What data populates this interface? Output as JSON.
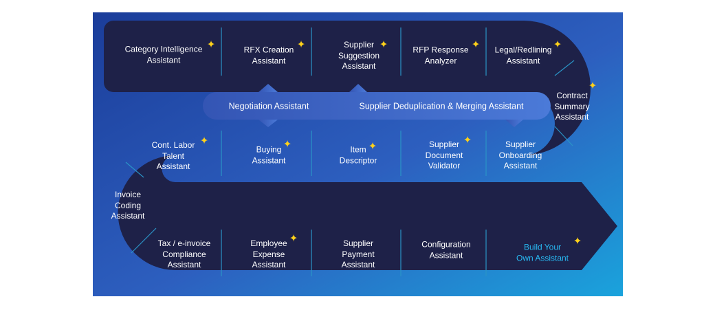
{
  "rows": [
    {
      "items": [
        {
          "label": "Category Intelligence\nAssistant",
          "star": true
        },
        {
          "label": "RFX Creation\nAssistant",
          "star": true
        },
        {
          "label": "Supplier\nSuggestion\nAssistant",
          "star": true
        },
        {
          "label": "RFP Response\nAnalyzer",
          "star": true
        },
        {
          "label": "Legal/Redlining\nAssistant",
          "star": true
        }
      ]
    },
    {
      "items": [
        {
          "label": "Cont. Labor\nTalent\nAssistant",
          "star": true
        },
        {
          "label": "Buying\nAssistant",
          "star": true
        },
        {
          "label": "Item\nDescriptor",
          "star": true
        },
        {
          "label": "Supplier\nDocument\nValidator",
          "star": true
        },
        {
          "label": "Supplier\nOnboarding\nAssistant",
          "star": false
        }
      ]
    },
    {
      "items": [
        {
          "label": "Tax / e-invoice\nCompliance\nAssistant",
          "star": false
        },
        {
          "label": "Employee\nExpense\nAssistant",
          "star": true
        },
        {
          "label": "Supplier\nPayment\nAssistant",
          "star": false
        },
        {
          "label": "Configuration\nAssistant",
          "star": false
        },
        {
          "label": "Build Your\nOwn Assistant",
          "star": true
        }
      ]
    }
  ],
  "turns": {
    "right": {
      "label": "Contract\nSummary\nAssistant",
      "star": true
    },
    "left": {
      "label": "Invoice\nCoding\nAssistant",
      "star": false
    }
  },
  "middle_bar": {
    "left_label": "Negotiation Assistant",
    "right_label": "Supplier Deduplication & Merging Assistant"
  },
  "colors": {
    "background_start": "#1b3d9a",
    "background_end": "#1aa3dc",
    "band": "#1e2148",
    "divider": "#2a94c6",
    "star": "#ffd11a",
    "text": "#ffffff",
    "cta_text": "#28b9f2",
    "middle_bar_start": "#3455b4",
    "middle_bar_end": "#4b7ad8"
  }
}
